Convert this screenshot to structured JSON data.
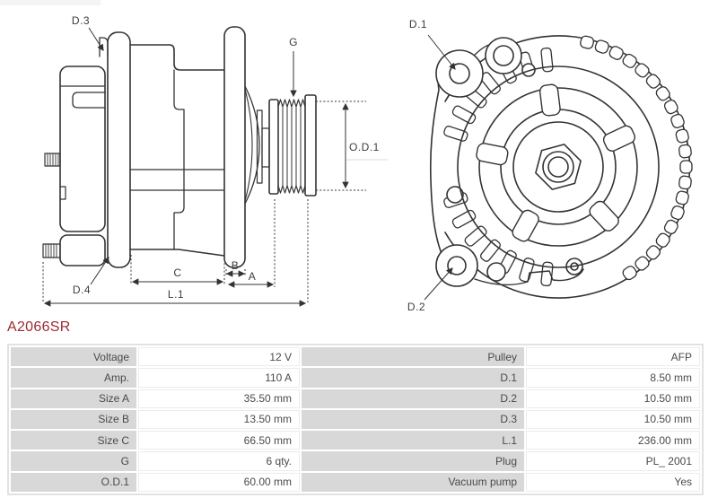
{
  "part_number": "A2066SR",
  "colors": {
    "accent_red": "#9e2a31",
    "drawing_line": "#333333",
    "label_cell_bg": "#d8d8d8"
  },
  "diagram": {
    "side_view": {
      "d3": "D.3",
      "g": "G",
      "od1": "O.D.1",
      "d4": "D.4",
      "c": "C",
      "b": "B",
      "a": "A",
      "l1": "L.1"
    },
    "front_view": {
      "d1": "D.1",
      "d2": "D.2"
    }
  },
  "table": {
    "rows": [
      {
        "label1": "Voltage",
        "value1": "12 V",
        "label2": "Pulley",
        "value2": "AFP"
      },
      {
        "label1": "Amp.",
        "value1": "110 A",
        "label2": "D.1",
        "value2": "8.50 mm"
      },
      {
        "label1": "Size A",
        "value1": "35.50 mm",
        "label2": "D.2",
        "value2": "10.50 mm"
      },
      {
        "label1": "Size B",
        "value1": "13.50 mm",
        "label2": "D.3",
        "value2": "10.50 mm"
      },
      {
        "label1": "Size C",
        "value1": "66.50 mm",
        "label2": "L.1",
        "value2": "236.00 mm"
      },
      {
        "label1": "G",
        "value1": "6 qty.",
        "label2": "Plug",
        "value2": "PL_ 2001"
      },
      {
        "label1": "O.D.1",
        "value1": "60.00 mm",
        "label2": "Vacuum pump",
        "value2": "Yes"
      }
    ]
  }
}
